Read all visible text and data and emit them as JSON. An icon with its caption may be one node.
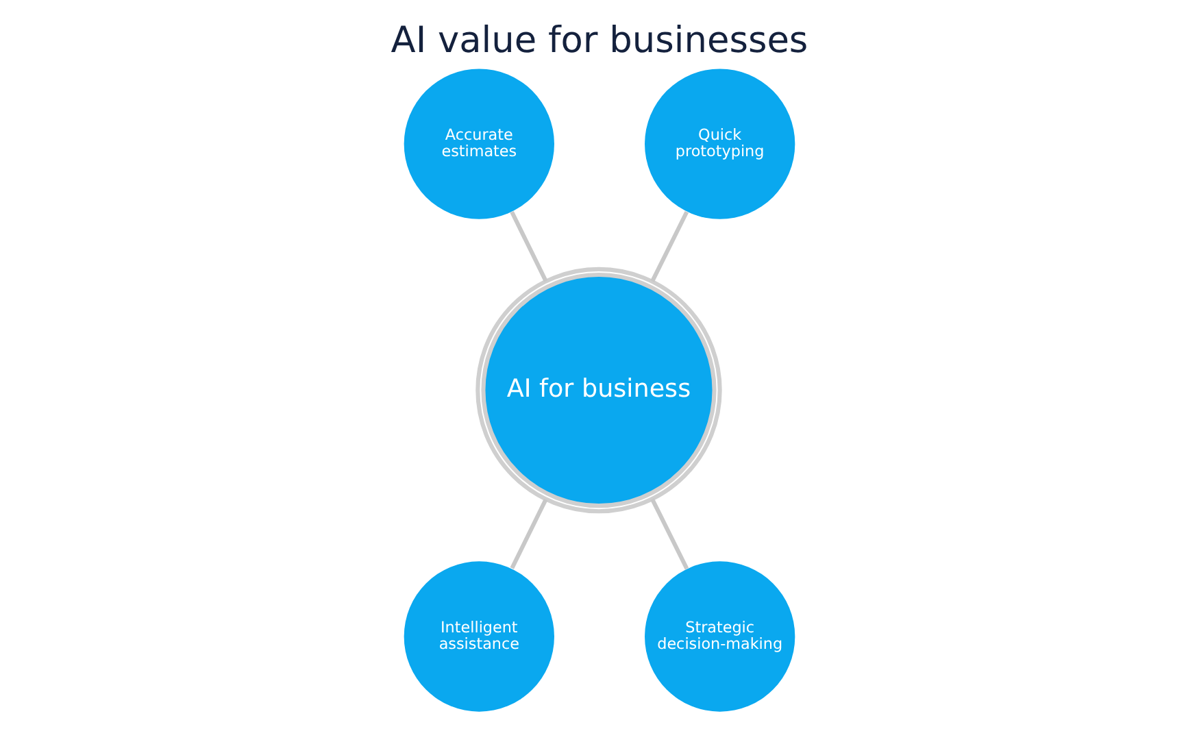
{
  "diagram": {
    "title": "AI value for businesses",
    "nodes": [
      {
        "text": [
          "Accurate estimates"
        ]
      },
      {
        "text": [
          "Quick prototyping"
        ]
      },
      {
        "text": [
          "AI for business"
        ]
      },
      {
        "text": [
          "Intelligent assistance"
        ]
      },
      {
        "text": [
          "Strategic decision-making"
        ]
      }
    ],
    "edges": [
      {
        "from": 0,
        "to": 2,
        "arrow": "none"
      },
      {
        "from": 1,
        "to": 2,
        "arrow": "none"
      },
      {
        "from": 2,
        "to": 3,
        "arrow": "none"
      },
      {
        "from": 2,
        "to": 4,
        "arrow": "none"
      }
    ]
  }
}
